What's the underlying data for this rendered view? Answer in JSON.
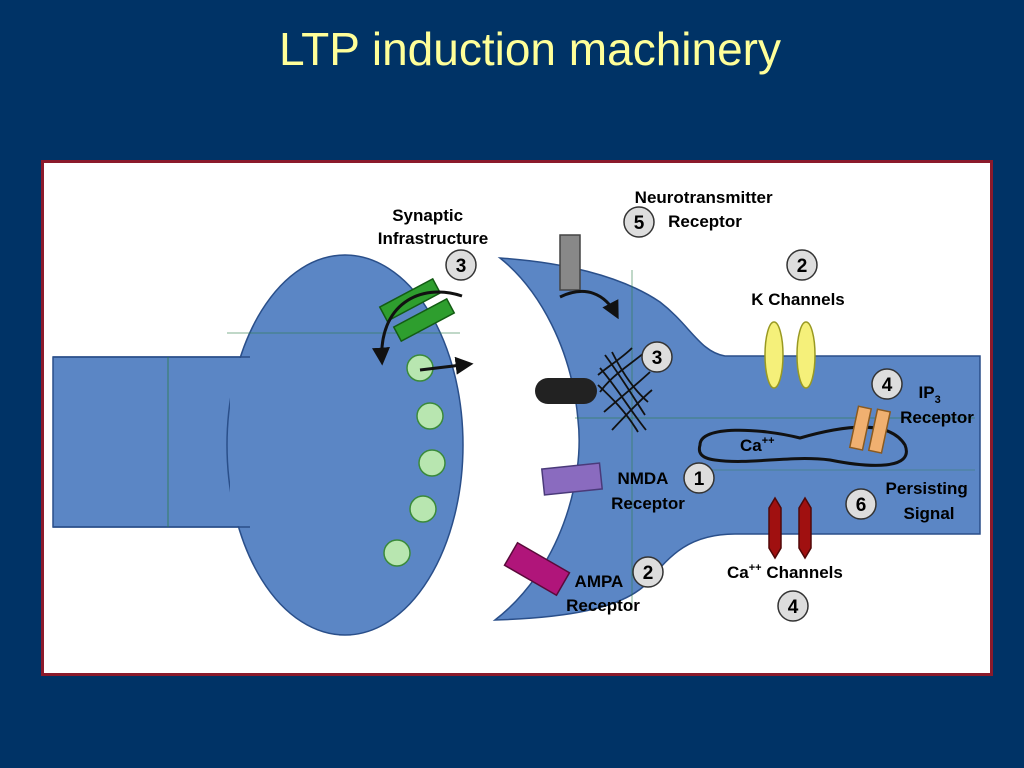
{
  "slide": {
    "title": "LTP induction machinery"
  },
  "labels": {
    "synaptic_infrastructure": [
      "Synaptic",
      "Infrastructure"
    ],
    "neurotransmitter_receptor": [
      "Neurotransmitter",
      "Receptor"
    ],
    "k_channels": "K Channels",
    "ip3_receptor": {
      "ip": "IP",
      "sub": "3",
      "receptor": "Receptor"
    },
    "ca_internal": {
      "base": "Ca",
      "sup": "++"
    },
    "nmda_receptor": [
      "NMDA",
      "Receptor"
    ],
    "persisting_signal": [
      "Persisting",
      "Signal"
    ],
    "ampa_receptor": [
      "AMPA",
      "Receptor"
    ],
    "ca_channels": {
      "base": "Ca",
      "sup": "++",
      "rest": " Channels"
    }
  },
  "badges": {
    "synaptic_infrastructure": "3",
    "neurotransmitter_receptor": "5",
    "k_channels": "2",
    "cytoskeleton": "3",
    "ip3_receptor": "4",
    "nmda_receptor": "1",
    "persisting_signal": "6",
    "ampa_receptor": "2",
    "ca_channels": "4"
  },
  "colors": {
    "background": "#003366",
    "title": "#ffff99",
    "panel_border": "#8b1a2b",
    "cell": "#5b86c5",
    "vesicle": "#b8e6b0",
    "infrastructure": "#2e9e2e",
    "nmda": "#8a6bbf",
    "ampa": "#b0157a",
    "k_channel": "#f5f07a",
    "ca_channel": "#a01010",
    "ip3_receptor": "#f0b070"
  }
}
